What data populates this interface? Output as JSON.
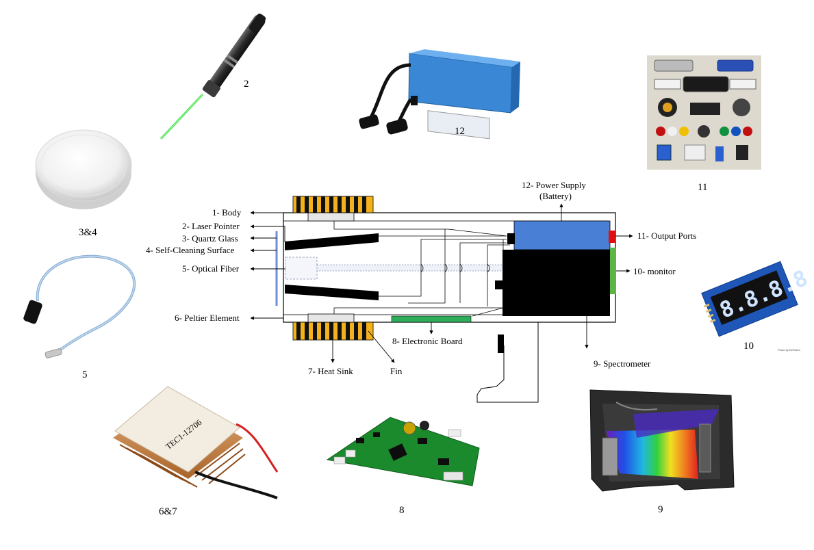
{
  "diagram": {
    "callouts": {
      "body": "1- Body",
      "laser_pointer": "2- Laser Pointer",
      "quartz_glass": "3- Quartz Glass",
      "self_cleaning": "4- Self-Cleaning Surface",
      "optical_fiber": "5- Optical Fiber",
      "peltier": "6- Peltier Element",
      "heat_sink": "7- Heat Sink",
      "fin": "Fin",
      "electronic_board": "8- Electronic Board",
      "spectrometer": "9- Spectrometer",
      "monitor": "10- monitor",
      "output_ports": "11- Output Ports",
      "power_supply_line1": "12- Power Supply",
      "power_supply_line2": "(Battery)"
    }
  },
  "photos": {
    "laser": {
      "caption": "2"
    },
    "quartz": {
      "caption": "3&4"
    },
    "fiber": {
      "caption": "5"
    },
    "peltier": {
      "caption": "6&7",
      "chip_text": "TEC1-12706"
    },
    "board": {
      "caption": "8"
    },
    "spectrometer": {
      "caption": "9"
    },
    "display": {
      "caption": "10",
      "digits": "8.8.8.8"
    },
    "ports": {
      "caption": "11"
    },
    "battery": {
      "caption": "12"
    }
  },
  "colors": {
    "battery_blue": "#4a7fd6",
    "heatsink_orange": "#f3b21b",
    "board_green": "#2fae5a",
    "output_red": "#e01010",
    "monitor_green": "#5cb545",
    "glass_blue": "#6d8fd4"
  }
}
